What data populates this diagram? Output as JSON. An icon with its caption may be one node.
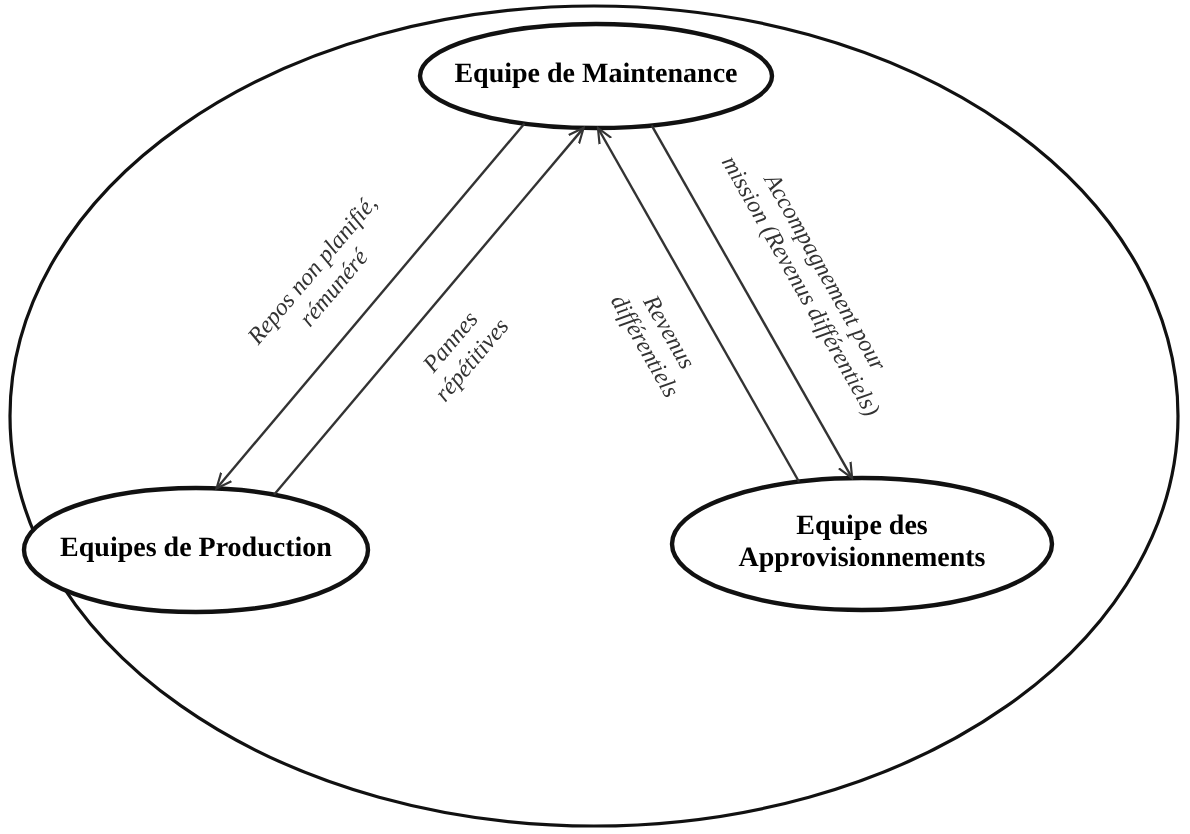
{
  "diagram": {
    "nodes": [
      {
        "text": [],
        "shape": "ellipse"
      },
      {
        "text": [
          "Equipe de Maintenance"
        ],
        "in": 0
      },
      {
        "text": [
          "Equipes de Production"
        ],
        "in": 0
      },
      {
        "text": [
          "Equipe des Approvisionnements"
        ],
        "in": 0
      }
    ],
    "edges": [
      {
        "from": 1,
        "to": 2,
        "arrow": "to",
        "label": "Repos non planifié, rémunéré"
      },
      {
        "from": 2,
        "to": 1,
        "arrow": "to",
        "label": "Pannes répétitives"
      },
      {
        "from": 3,
        "to": 1,
        "arrow": "to",
        "label": "Revenus différentiels"
      },
      {
        "from": 1,
        "to": 3,
        "arrow": "to",
        "label": "Accompagnement pour mission (Revenus différentiels)"
      }
    ]
  }
}
